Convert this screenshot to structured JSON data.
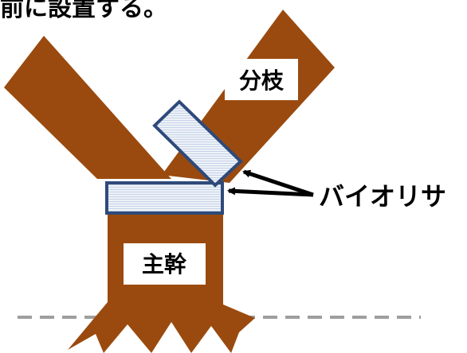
{
  "header_fragment": "前に設置する。",
  "labels": {
    "branch": "分枝",
    "trunk": "主幹",
    "bioriser": "バイオリサ"
  },
  "colors": {
    "bark": "#9A4A0E",
    "band_fill": "#FFFFFF",
    "band_stripe": "#C5D3E8",
    "band_border": "#2E4A7A",
    "arrow": "#000000",
    "ground_line": "#9E9E9E"
  }
}
